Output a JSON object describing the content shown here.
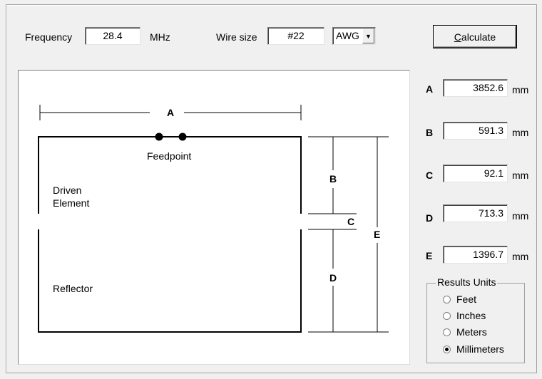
{
  "inputs": {
    "frequency_label": "Frequency",
    "frequency_value": "28.4",
    "frequency_unit": "MHz",
    "wire_size_label": "Wire size",
    "wire_size_value": "#22",
    "wire_gauge_selected": "AWG"
  },
  "calculate_label": "Calculate",
  "diagram": {
    "dim_a": "A",
    "dim_b": "B",
    "dim_c": "C",
    "dim_d": "D",
    "dim_e": "E",
    "feedpoint": "Feedpoint",
    "driven_line1": "Driven",
    "driven_line2": "Element",
    "reflector": "Reflector"
  },
  "results": [
    {
      "label": "A",
      "value": "3852.6",
      "unit": "mm"
    },
    {
      "label": "B",
      "value": "591.3",
      "unit": "mm"
    },
    {
      "label": "C",
      "value": "92.1",
      "unit": "mm"
    },
    {
      "label": "D",
      "value": "713.3",
      "unit": "mm"
    },
    {
      "label": "E",
      "value": "1396.7",
      "unit": "mm"
    }
  ],
  "units_group": {
    "title": "Results Units",
    "options": [
      "Feet",
      "Inches",
      "Meters",
      "Millimeters"
    ],
    "selected": "Millimeters"
  }
}
